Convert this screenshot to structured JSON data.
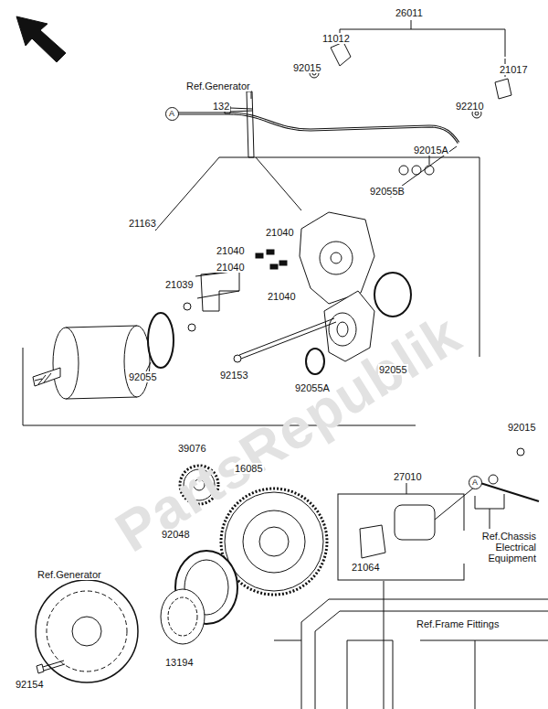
{
  "diagram": {
    "nodes": [
      {
        "text": [
          "A"
        ]
      },
      {
        "text": [
          "A"
        ]
      }
    ],
    "labels": [
      "26011",
      "11012",
      "92015",
      "21017",
      "Ref.Generator",
      "132",
      "92210",
      "92015A",
      "92055B",
      "21163",
      "21040",
      "21040",
      "21040",
      "21040",
      "21039",
      "92055",
      "92055",
      "92153",
      "92055A",
      "39076",
      "16085",
      "92048",
      "Ref.Generator",
      "13194",
      "92154",
      "92015",
      "27010",
      "21064",
      "Ref.Chassis Electrical Equipment",
      "Ref.Frame Fittings",
      "PartsRepublik"
    ]
  }
}
